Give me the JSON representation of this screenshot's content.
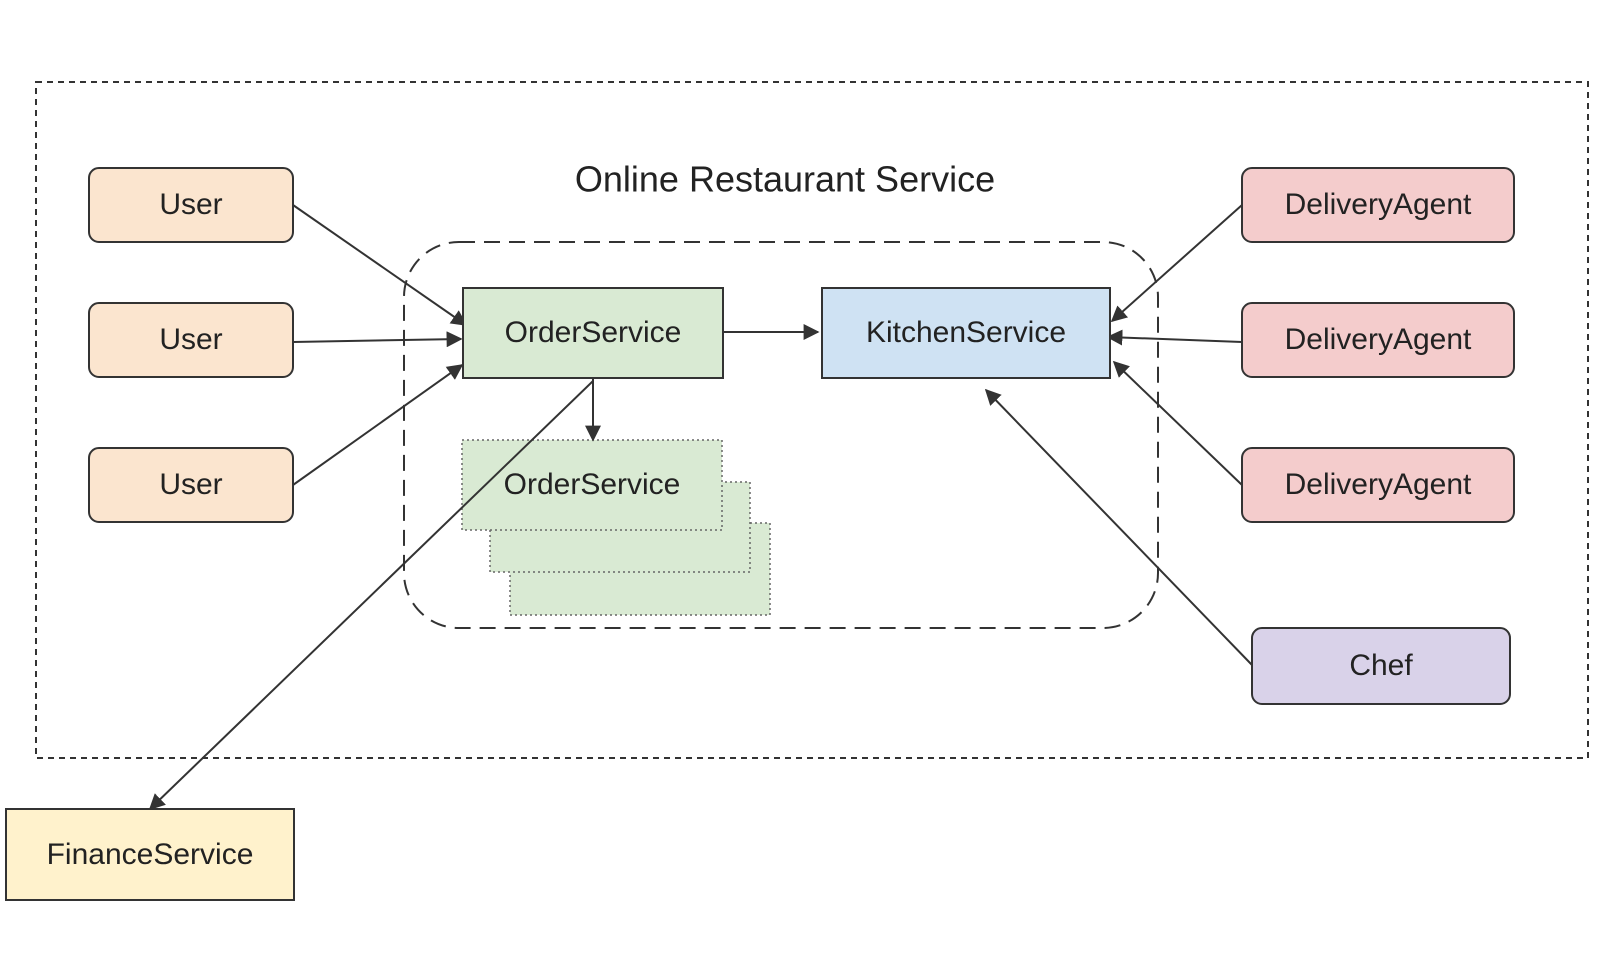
{
  "title": "Online Restaurant Service",
  "nodes": {
    "user_1": {
      "label": "User",
      "fill": "#fbe5cf"
    },
    "user_2": {
      "label": "User",
      "fill": "#fbe5cf"
    },
    "user_3": {
      "label": "User",
      "fill": "#fbe5cf"
    },
    "order_service": {
      "label": "OrderService",
      "fill": "#d9ead3"
    },
    "order_service_replica": {
      "label": "OrderService",
      "fill": "#d9ead3"
    },
    "kitchen_service": {
      "label": "KitchenService",
      "fill": "#cfe2f3"
    },
    "delivery_agent_1": {
      "label": "DeliveryAgent",
      "fill": "#f4cccc"
    },
    "delivery_agent_2": {
      "label": "DeliveryAgent",
      "fill": "#f4cccc"
    },
    "delivery_agent_3": {
      "label": "DeliveryAgent",
      "fill": "#f4cccc"
    },
    "chef": {
      "label": "Chef",
      "fill": "#d9d2e9"
    },
    "finance_service": {
      "label": "FinanceService",
      "fill": "#fff2cc"
    }
  },
  "edges": [
    {
      "from": "user_1",
      "to": "order_service"
    },
    {
      "from": "user_2",
      "to": "order_service"
    },
    {
      "from": "user_3",
      "to": "order_service"
    },
    {
      "from": "order_service",
      "to": "kitchen_service"
    },
    {
      "from": "order_service",
      "to": "order_service_replica"
    },
    {
      "from": "order_service",
      "to": "finance_service"
    },
    {
      "from": "delivery_agent_1",
      "to": "kitchen_service"
    },
    {
      "from": "delivery_agent_2",
      "to": "kitchen_service"
    },
    {
      "from": "delivery_agent_3",
      "to": "kitchen_service"
    },
    {
      "from": "chef",
      "to": "kitchen_service"
    }
  ],
  "colors": {
    "stroke": "#333333",
    "outer_border": "#333333"
  }
}
